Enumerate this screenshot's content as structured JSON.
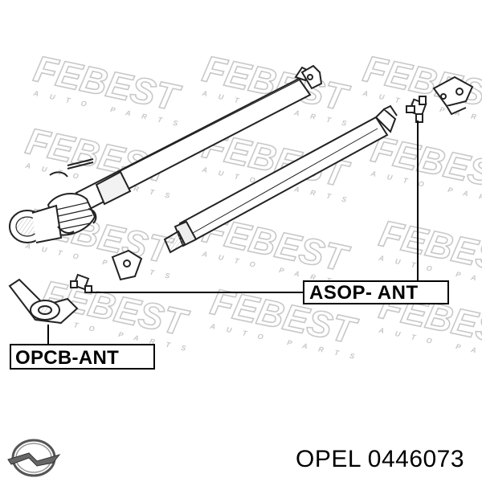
{
  "watermark": {
    "brand": "FEBEST",
    "tagline": "AUTO PARTS"
  },
  "labels": {
    "part_a": "ASOP- ANT",
    "part_b": "OPCB-ANT"
  },
  "footer": {
    "brand_part": "OPEL 0446073"
  },
  "logo": {
    "icon": "opel-logo-icon"
  }
}
